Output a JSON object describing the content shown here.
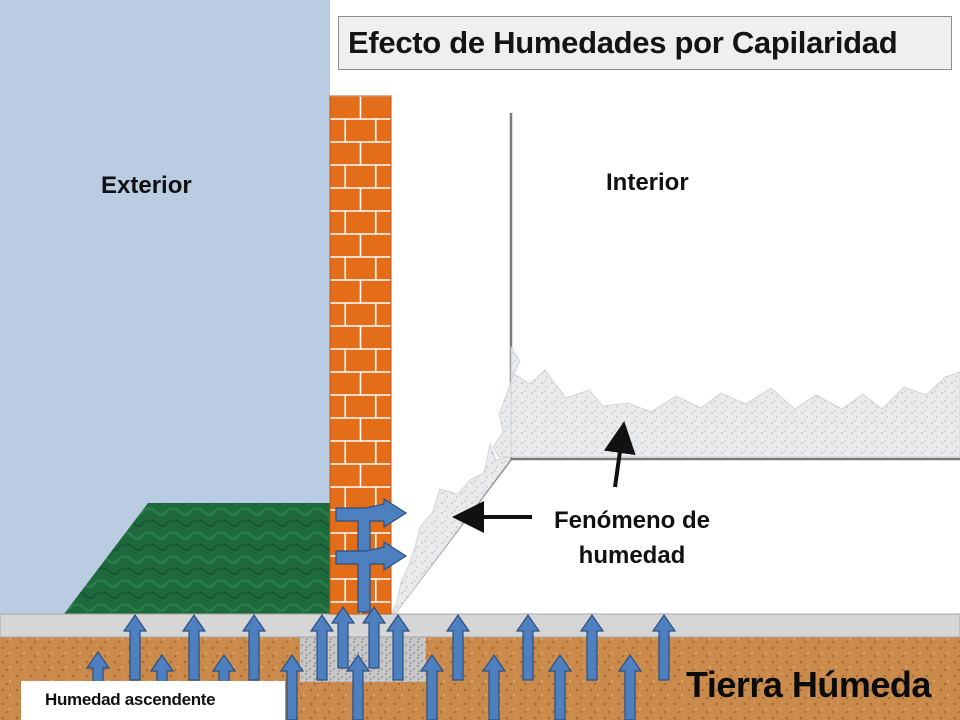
{
  "diagram": {
    "title": "Efecto de Humedades por Capilaridad",
    "labels": {
      "exterior": "Exterior",
      "interior": "Interior",
      "phenomenon": "Fenómeno de humedad",
      "ground": "Tierra Húmeda",
      "rising_damp": "Humedad ascendente"
    },
    "colors": {
      "sky": "#b9cce2",
      "brick": "#e46d1a",
      "mortar": "#ffffff",
      "lawn": "#1f6a3c",
      "soil": "#c98a4b",
      "slab": "#d6d6d6",
      "arrow_fill": "#4e7fbf",
      "arrow_stroke": "#2b4f80",
      "damp_patch": "#e6e8ea"
    }
  }
}
